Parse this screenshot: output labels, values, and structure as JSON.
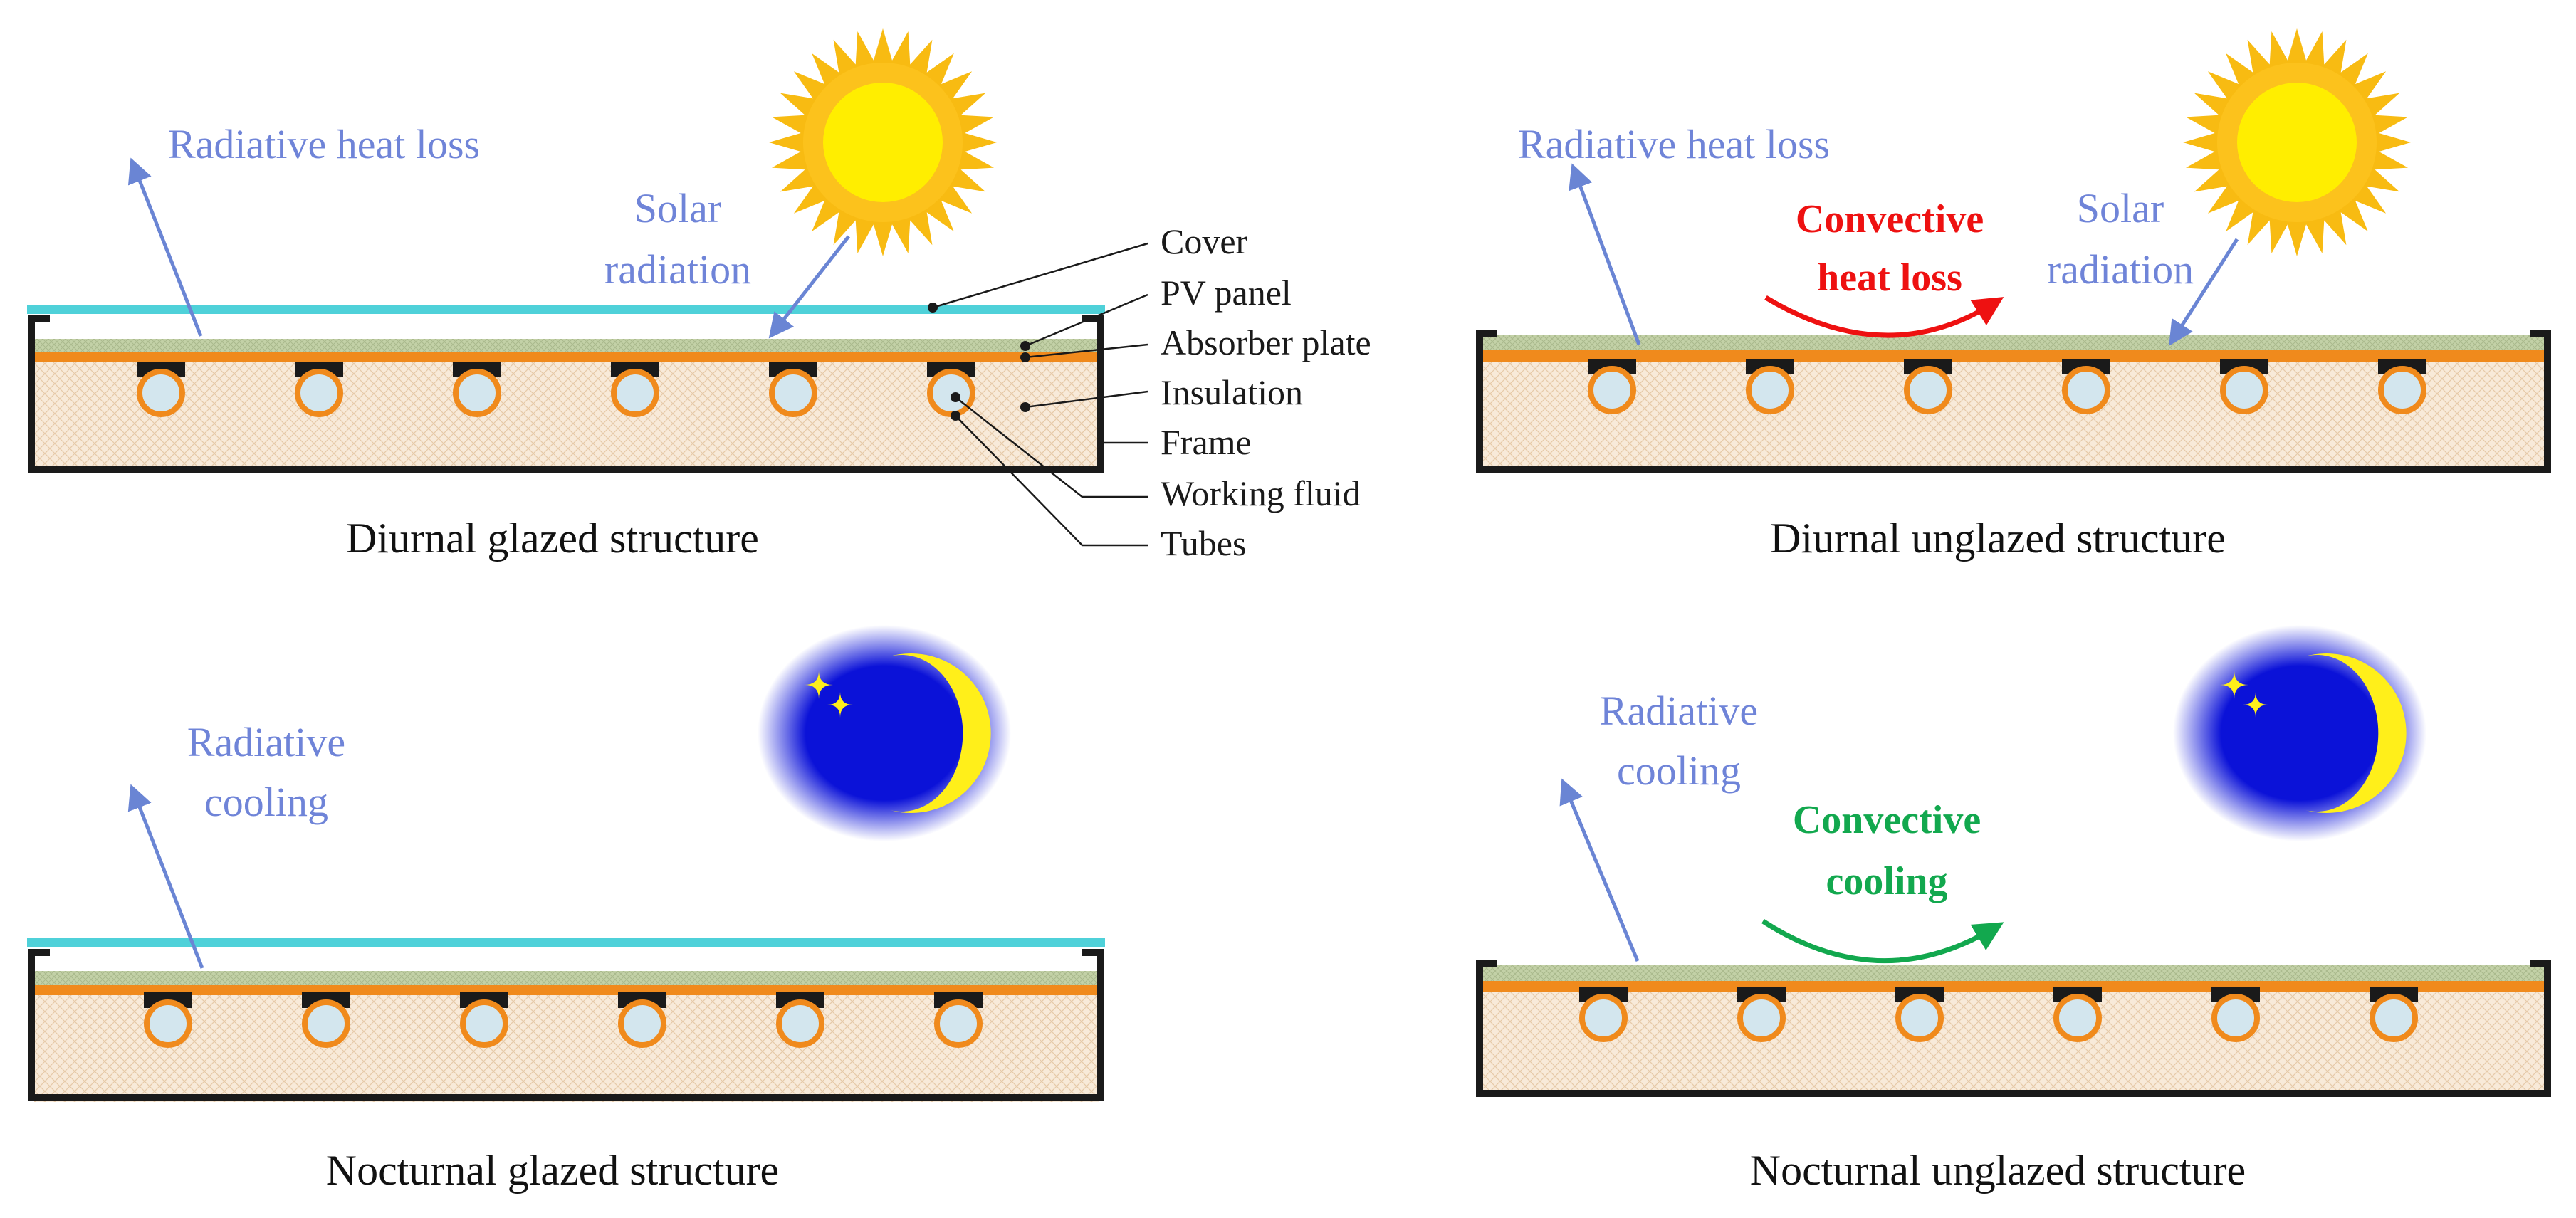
{
  "colors": {
    "cover": "#4fd1d9",
    "pv_panel": "#c3d1a7",
    "absorber": "#f08a1c",
    "insulation": "#f8ead9",
    "tube_fill": "#d3e6ee",
    "tube_ring": "#f08a1c",
    "frame": "#1a1a1a",
    "radiative_arrow": "#6a85d4",
    "convective_heat_loss": "#ee1111",
    "convective_cooling": "#12a84e",
    "sun_core": "#ffee00",
    "sun_rays": "#f8bb12",
    "moon": "#ffef1a",
    "night_sky": "#0b12d8"
  },
  "icons": [
    "sun-icon",
    "moon-icon",
    "star-icon"
  ],
  "panels": {
    "diurnal_glazed": {
      "caption": "Diurnal glazed structure",
      "radiative_label": "Radiative heat loss",
      "solar_label_1": "Solar",
      "solar_label_2": "radiation",
      "tube_count": 6
    },
    "diurnal_unglazed": {
      "caption": "Diurnal unglazed structure",
      "radiative_label": "Radiative heat loss",
      "convective_label_1": "Convective",
      "convective_label_2": "heat loss",
      "solar_label_1": "Solar",
      "solar_label_2": "radiation",
      "tube_count": 6
    },
    "nocturnal_glazed": {
      "caption": "Nocturnal glazed structure",
      "radiative_label_1": "Radiative",
      "radiative_label_2": "cooling",
      "tube_count": 6
    },
    "nocturnal_unglazed": {
      "caption": "Nocturnal unglazed structure",
      "radiative_label_1": "Radiative",
      "radiative_label_2": "cooling",
      "convective_label_1": "Convective",
      "convective_label_2": "cooling",
      "tube_count": 6
    }
  },
  "legend": {
    "cover": "Cover",
    "pv_panel": "PV panel",
    "absorber_plate": "Absorber plate",
    "insulation": "Insulation",
    "frame": "Frame",
    "working_fluid": "Working fluid",
    "tubes": "Tubes"
  }
}
